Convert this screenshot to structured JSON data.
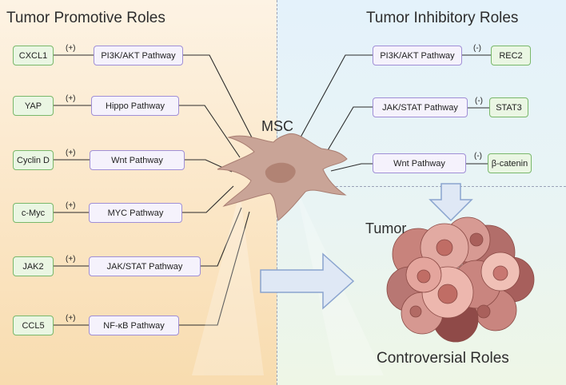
{
  "titles": {
    "promotive": "Tumor Promotive Roles",
    "inhibitory": "Tumor Inhibitory Roles",
    "msc": "MSC",
    "tumor": "Tumor",
    "controversial": "Controversial Roles"
  },
  "promotive": [
    {
      "gene": "CXCL1",
      "sign": "(+)",
      "pathway": "PI3K/AKT Pathway"
    },
    {
      "gene": "YAP",
      "sign": "(+)",
      "pathway": "Hippo Pathway"
    },
    {
      "gene": "Cyclin D",
      "sign": "(+)",
      "pathway": "Wnt Pathway"
    },
    {
      "gene": "c-Myc",
      "sign": "(+)",
      "pathway": "MYC Pathway"
    },
    {
      "gene": "JAK2",
      "sign": "(+)",
      "pathway": "JAK/STAT Pathway"
    },
    {
      "gene": "CCL5",
      "sign": "(+)",
      "pathway": "NF-κB Pathway"
    }
  ],
  "inhibitory": [
    {
      "pathway": "PI3K/AKT Pathway",
      "sign": "(-)",
      "gene": "REC2"
    },
    {
      "pathway": "JAK/STAT Pathway",
      "sign": "(-)",
      "gene": "STAT3"
    },
    {
      "pathway": "Wnt Pathway",
      "sign": "(-)",
      "gene": "β-catenin"
    }
  ],
  "colors": {
    "promotive_bg": "#fbe6c6",
    "inhibitory_bg": "#e4f2fb",
    "gene_box": "#eaf6e3",
    "pathway_box": "#f5f2fc",
    "msc_cell": "#c9a497",
    "arrow": "#dfe8f5"
  }
}
